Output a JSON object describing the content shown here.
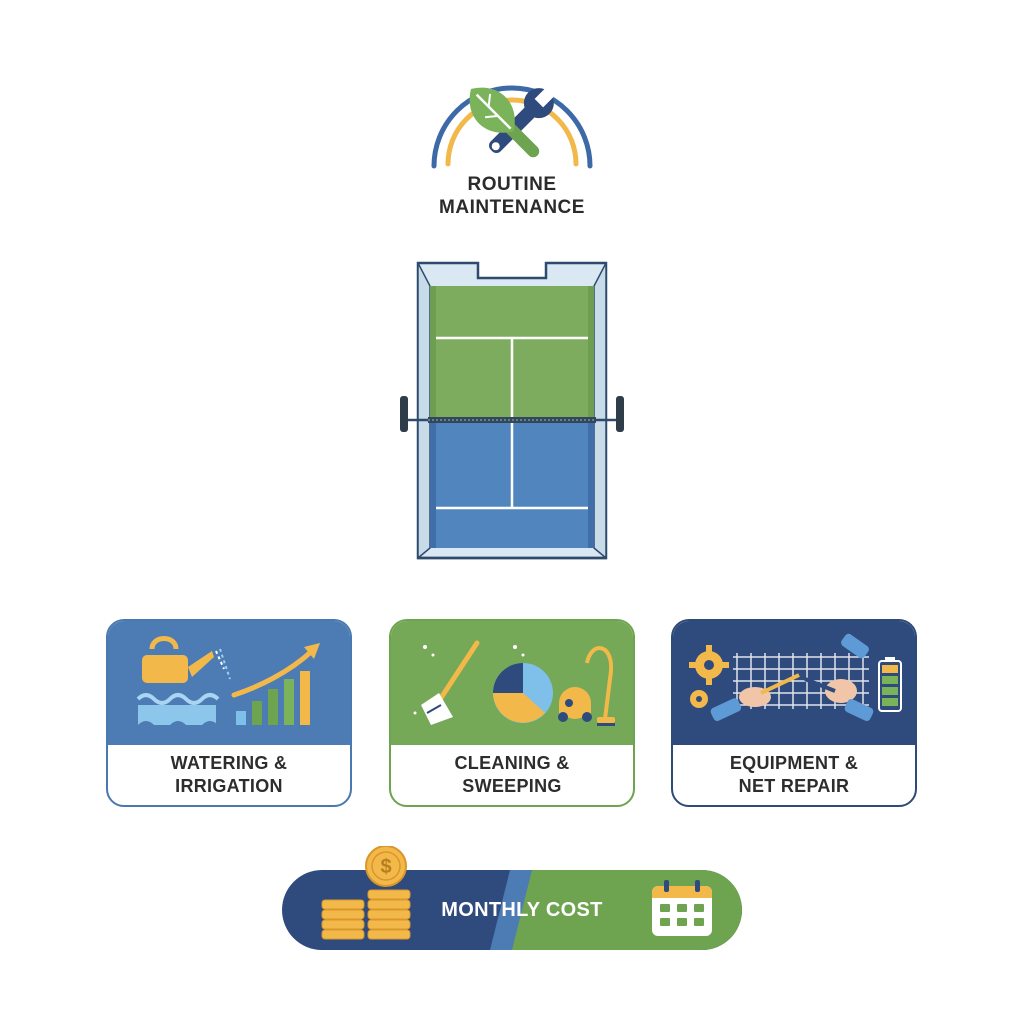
{
  "header": {
    "title_line1": "ROUTINE",
    "title_line2": "MAINTENANCE",
    "icon": "wrench-leaf-icon"
  },
  "court": {
    "icon": "pickleball-court-icon"
  },
  "tasks": [
    {
      "line1": "WATERING &",
      "line2": "IRRIGATION",
      "icon": "watering-can-icon"
    },
    {
      "line1": "CLEANING &",
      "line2": "SWEEPING",
      "icon": "broom-icon"
    },
    {
      "line1": "EQUIPMENT &",
      "line2": "NET REPAIR",
      "icon": "net-repair-icon"
    }
  ],
  "cost": {
    "label": "MONTHLY COST",
    "left_icon": "coin-stack-icon",
    "right_icon": "calendar-icon"
  },
  "colors": {
    "blue": "#4d7cb4",
    "green": "#75a857",
    "navy": "#2f4a7c",
    "gold": "#f2b94a"
  }
}
